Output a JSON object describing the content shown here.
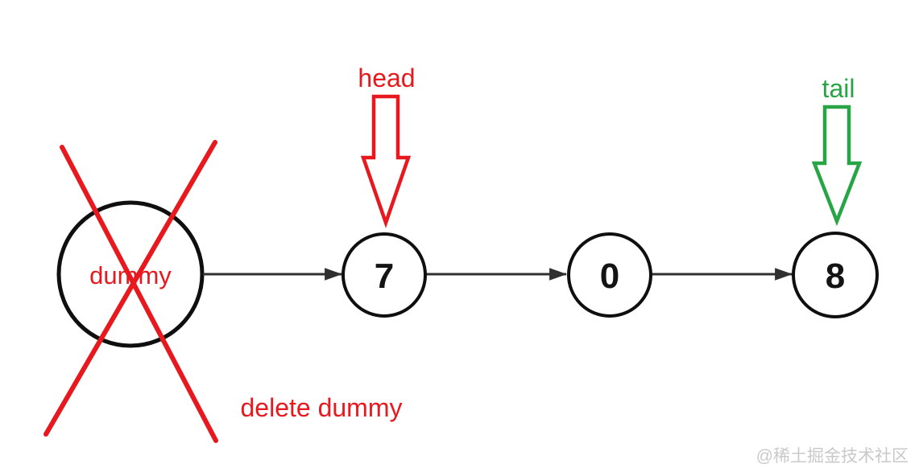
{
  "diagram": {
    "type": "singly-linked-list",
    "background": "#ffffff",
    "colors": {
      "red": "#e8191e",
      "green": "#27a544",
      "node_stroke": "#0f0f0f",
      "link_line": "#303030",
      "number": "#141414",
      "watermark": "#c9c9c9"
    },
    "dummy_node": {
      "label": "dummy",
      "crossed_out": true
    },
    "nodes": [
      {
        "value": "7"
      },
      {
        "value": "0"
      },
      {
        "value": "8"
      }
    ],
    "pointers": [
      {
        "label": "head",
        "color": "#e8191e",
        "points_to": "7"
      },
      {
        "label": "tail",
        "color": "#27a544",
        "points_to": "8"
      }
    ],
    "annotation": "delete dummy",
    "watermark": "@稀土掘金技术社区"
  }
}
